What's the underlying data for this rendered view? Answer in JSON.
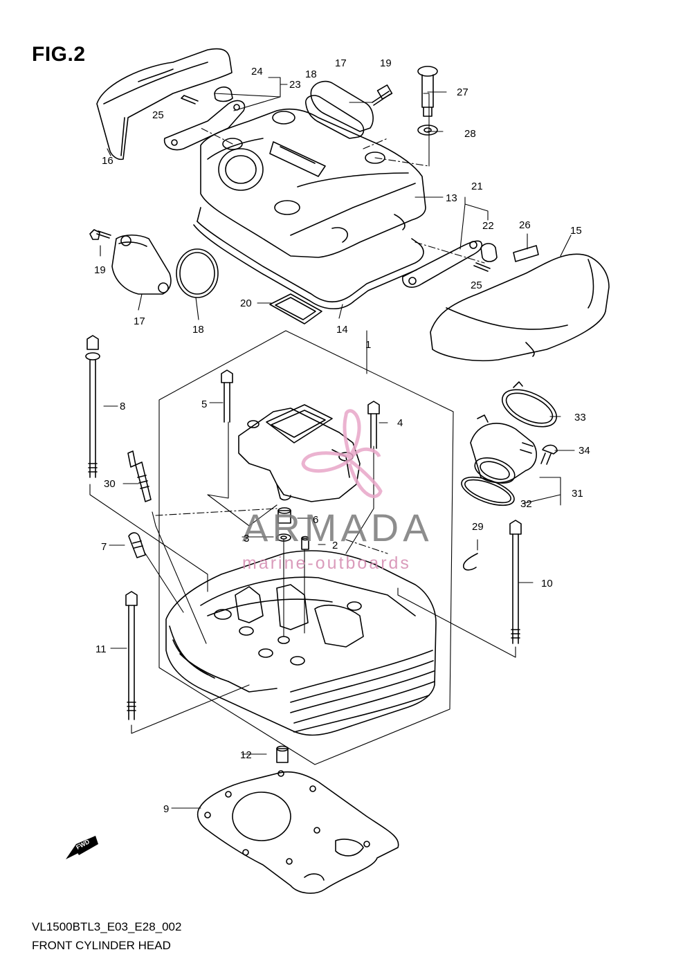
{
  "figure": {
    "title": "FIG.2",
    "code": "VL1500BTL3_E03_E28_002",
    "name": "FRONT CYLINDER HEAD",
    "direction_badge": "FWD"
  },
  "watermark": {
    "brand": "ARMADA",
    "tagline": "marine-outboards",
    "logo_color": "#e8a6c8"
  },
  "callouts": {
    "n1": "1",
    "n2": "2",
    "n3": "3",
    "n4": "4",
    "n5": "5",
    "n6": "6",
    "n7": "7",
    "n8": "8",
    "n9": "9",
    "n10": "10",
    "n11": "11",
    "n12": "12",
    "n13": "13",
    "n14": "14",
    "n15": "15",
    "n16": "16",
    "n17a": "17",
    "n17b": "17",
    "n18a": "18",
    "n18b": "18",
    "n19a": "19",
    "n19b": "19",
    "n20": "20",
    "n21": "21",
    "n22": "22",
    "n23": "23",
    "n24": "24",
    "n25a": "25",
    "n25b": "25",
    "n26": "26",
    "n27": "27",
    "n28": "28",
    "n29": "29",
    "n30": "30",
    "n31": "31",
    "n32": "32",
    "n33": "33",
    "n34": "34"
  }
}
